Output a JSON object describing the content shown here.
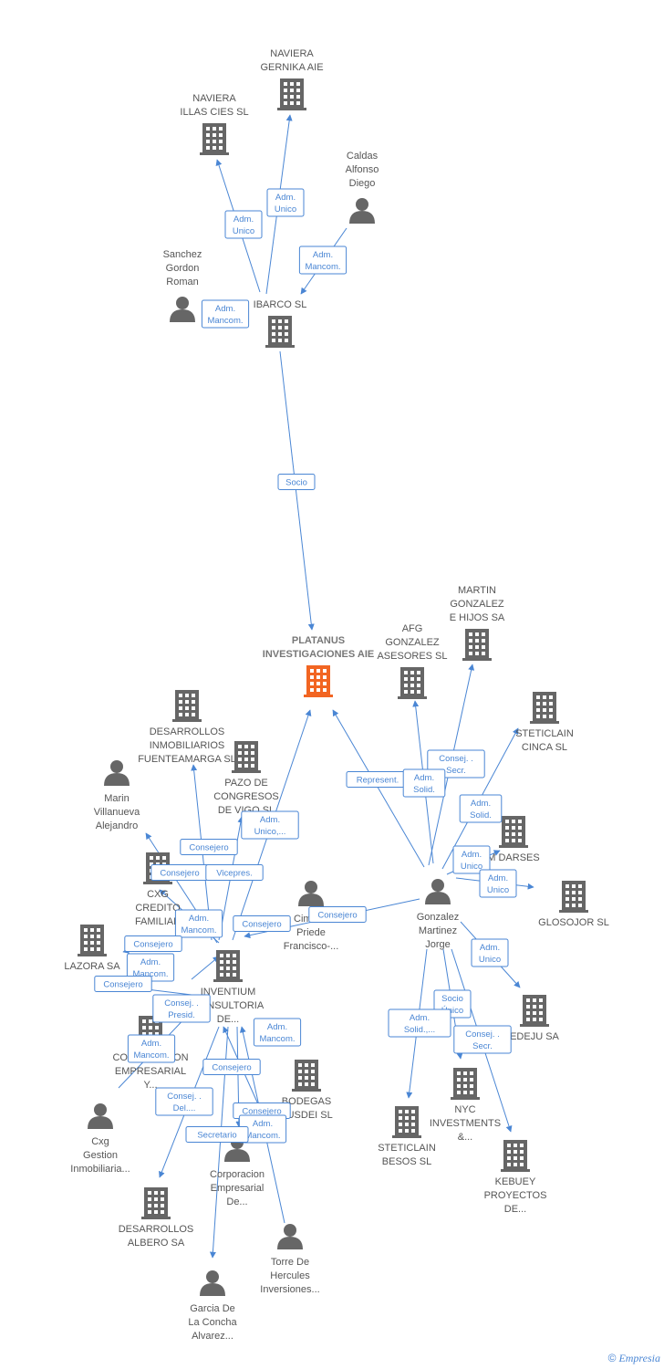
{
  "colors": {
    "edge": "#4a86d4",
    "node": "#666666",
    "main": "#f26522"
  },
  "nodes": [
    {
      "id": "naviera-gernika",
      "type": "company",
      "lines": [
        "NAVIERA",
        "GERNIKA  AIE"
      ]
    },
    {
      "id": "naviera-illas",
      "type": "company",
      "lines": [
        "NAVIERA",
        "ILLAS CIES  SL"
      ]
    },
    {
      "id": "caldas",
      "type": "person",
      "lines": [
        "Caldas",
        "Alfonso",
        "Diego"
      ]
    },
    {
      "id": "sanchez",
      "type": "person",
      "lines": [
        "Sanchez",
        "Gordon",
        "Roman"
      ]
    },
    {
      "id": "ibarco",
      "type": "company",
      "lines": [
        "IBARCO SL"
      ]
    },
    {
      "id": "platanus",
      "type": "main",
      "lines": [
        "PLATANUS",
        "INVESTIGACIONES AIE"
      ]
    },
    {
      "id": "martin",
      "type": "company",
      "lines": [
        "MARTIN",
        "GONZALEZ",
        "E HIJOS SA"
      ]
    },
    {
      "id": "afg",
      "type": "company",
      "lines": [
        "AFG",
        "GONZALEZ",
        "ASESORES  SL"
      ]
    },
    {
      "id": "steticlain-cinca",
      "type": "company",
      "lines": [
        "STETICLAIN",
        "CINCA  SL"
      ]
    },
    {
      "id": "desarrollos-fuenteamarga",
      "type": "company",
      "lines": [
        "DESARROLLOS",
        "INMOBILIARIOS",
        "FUENTEAMARGA SL"
      ]
    },
    {
      "id": "pazo",
      "type": "company",
      "lines": [
        "PAZO DE",
        "CONGRESOS",
        "DE VIGO SL"
      ]
    },
    {
      "id": "marin",
      "type": "person",
      "lines": [
        "Marin",
        "Villanueva",
        "Alejandro"
      ]
    },
    {
      "id": "m-darses",
      "type": "company",
      "lines": [
        "M DARSES"
      ]
    },
    {
      "id": "glosojor",
      "type": "company",
      "lines": [
        "GLOSOJOR  SL"
      ]
    },
    {
      "id": "cxg-credito",
      "type": "company",
      "lines": [
        "CXG",
        "CREDITO",
        "FAMILIAR"
      ]
    },
    {
      "id": "cimeno",
      "type": "person",
      "lines": [
        "Cimeno",
        "Priede",
        "Francisco-..."
      ]
    },
    {
      "id": "gonzalez",
      "type": "person",
      "lines": [
        "Gonzalez",
        "Martinez",
        "Jorge"
      ]
    },
    {
      "id": "lazora",
      "type": "company",
      "lines": [
        "LAZORA SA"
      ]
    },
    {
      "id": "inventium",
      "type": "company",
      "lines": [
        "INVENTIUM",
        "CONSULTORIA",
        "DE..."
      ]
    },
    {
      "id": "corporacion-emp-y",
      "type": "company",
      "lines": [
        "CORPORACION",
        "EMPRESARIAL",
        "Y..."
      ]
    },
    {
      "id": "edeju",
      "type": "company",
      "lines": [
        "EDEJU SA"
      ]
    },
    {
      "id": "bodegas",
      "type": "company",
      "lines": [
        "BODEGAS",
        "AUSDEI SL"
      ]
    },
    {
      "id": "nyc",
      "type": "company",
      "lines": [
        "NYC",
        "INVESTMENTS",
        "&..."
      ]
    },
    {
      "id": "cxg-gestion",
      "type": "person",
      "lines": [
        "Cxg",
        "Gestion",
        "Inmobiliaria..."
      ]
    },
    {
      "id": "corporacion-emp-de",
      "type": "person",
      "lines": [
        "Corporacion",
        "Empresarial",
        "De..."
      ]
    },
    {
      "id": "steticlain-besos",
      "type": "company",
      "lines": [
        "STETICLAIN",
        "BESOS  SL"
      ]
    },
    {
      "id": "kebuey",
      "type": "company",
      "lines": [
        "KEBUEY",
        "PROYECTOS",
        "DE..."
      ]
    },
    {
      "id": "desarrollos-albero",
      "type": "company",
      "lines": [
        "DESARROLLOS",
        "ALBERO SA"
      ]
    },
    {
      "id": "torre",
      "type": "person",
      "lines": [
        "Torre De",
        "Hercules",
        "Inversiones..."
      ]
    },
    {
      "id": "garcia",
      "type": "person",
      "lines": [
        "Garcia De",
        "La Concha",
        "Alvarez..."
      ]
    }
  ],
  "badges": [
    {
      "id": "b1",
      "lines": [
        "Adm.",
        "Unico"
      ]
    },
    {
      "id": "b2",
      "lines": [
        "Adm.",
        "Unico"
      ]
    },
    {
      "id": "b3",
      "lines": [
        "Adm.",
        "Mancom."
      ]
    },
    {
      "id": "b4",
      "lines": [
        "Adm.",
        "Mancom."
      ]
    },
    {
      "id": "b5",
      "lines": [
        "Socio"
      ]
    },
    {
      "id": "b6",
      "lines": [
        "Consej. .",
        "Secr."
      ]
    },
    {
      "id": "b7",
      "lines": [
        "Represent."
      ]
    },
    {
      "id": "b8",
      "lines": [
        "Adm.",
        "Solid."
      ]
    },
    {
      "id": "b9",
      "lines": [
        "Adm.",
        "Solid."
      ]
    },
    {
      "id": "b10",
      "lines": [
        "Adm.",
        "Unico,..."
      ]
    },
    {
      "id": "b11",
      "lines": [
        "Consejero"
      ]
    },
    {
      "id": "b12",
      "lines": [
        "Consejero"
      ]
    },
    {
      "id": "b13",
      "lines": [
        "Vicepres."
      ]
    },
    {
      "id": "b14",
      "lines": [
        "Adm.",
        "Unico"
      ]
    },
    {
      "id": "b15",
      "lines": [
        "Adm.",
        "Unico"
      ]
    },
    {
      "id": "b16",
      "lines": [
        "Adm.",
        "Mancom."
      ]
    },
    {
      "id": "b17",
      "lines": [
        "Consejero"
      ]
    },
    {
      "id": "b18",
      "lines": [
        "Consejero"
      ]
    },
    {
      "id": "b19",
      "lines": [
        "Consejero"
      ]
    },
    {
      "id": "b20",
      "lines": [
        "Adm.",
        "Mancom."
      ]
    },
    {
      "id": "b21",
      "lines": [
        "Consejero"
      ]
    },
    {
      "id": "b22",
      "lines": [
        "Adm.",
        "Unico"
      ]
    },
    {
      "id": "b23",
      "lines": [
        "Consej. .",
        "Presid."
      ]
    },
    {
      "id": "b24",
      "lines": [
        "Socio",
        "Único"
      ]
    },
    {
      "id": "b25",
      "lines": [
        "Adm.",
        "Mancom."
      ]
    },
    {
      "id": "b26",
      "lines": [
        "Adm.",
        "Solid.,..."
      ]
    },
    {
      "id": "b27",
      "lines": [
        "Consej. .",
        "Secr."
      ]
    },
    {
      "id": "b28",
      "lines": [
        "Adm.",
        "Mancom."
      ]
    },
    {
      "id": "b29",
      "lines": [
        "Consejero"
      ]
    },
    {
      "id": "b30",
      "lines": [
        "Consej. .",
        "Del...."
      ]
    },
    {
      "id": "b31",
      "lines": [
        "Consejero"
      ]
    },
    {
      "id": "b32",
      "lines": [
        "Adm.",
        "Mancom."
      ]
    },
    {
      "id": "b33",
      "lines": [
        "Secretario"
      ]
    }
  ],
  "footer": {
    "copyright": "©",
    "brand": "Empresia"
  }
}
